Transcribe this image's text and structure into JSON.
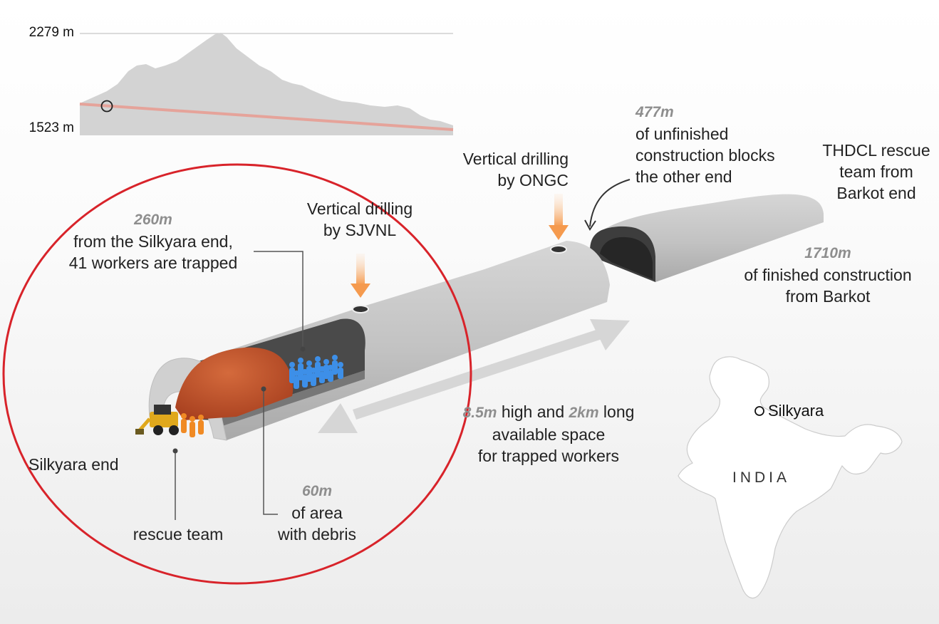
{
  "elevation_profile": {
    "top_label": "2279 m",
    "bottom_label": "1523 m"
  },
  "annotations": {
    "trapped": {
      "num": "260m",
      "line1": "from the Silkyara end,",
      "line2": "41 workers are trapped"
    },
    "sjvnl": {
      "line1": "Vertical drilling",
      "line2": "by SJVNL"
    },
    "ongc": {
      "line1": "Vertical drilling",
      "line2": "by ONGC"
    },
    "unfinished": {
      "num": "477m",
      "line1": "of unfinished",
      "line2": "construction blocks",
      "line3": "the other end"
    },
    "thdcl": {
      "line1": "THDCL rescue",
      "line2": "team from",
      "line3": "Barkot end"
    },
    "finished": {
      "num": "1710m",
      "line1": "of finished construction",
      "line2": "from Barkot"
    },
    "space": {
      "num1": "8.5m",
      "text1": " high and ",
      "num2": "2km",
      "text2": " long",
      "line2": "available space",
      "line3": "for trapped workers"
    },
    "silkyara_end": "Silkyara end",
    "rescue_team": "rescue team",
    "debris": {
      "num": "60m",
      "line1": "of area",
      "line2": "with debris"
    }
  },
  "map": {
    "country": "INDIA",
    "location": "Silkyara"
  },
  "colors": {
    "highlight_circle": "#d8232a",
    "drilling_arrow": "#f5a05a",
    "tunnel": "#c8c8c8",
    "debris": "#c4502a",
    "workers": "#3d8fe8",
    "rescuers": "#f08a24",
    "profile_fill": "#d3d3d3",
    "tunnel_line": "#e8a8a0"
  }
}
